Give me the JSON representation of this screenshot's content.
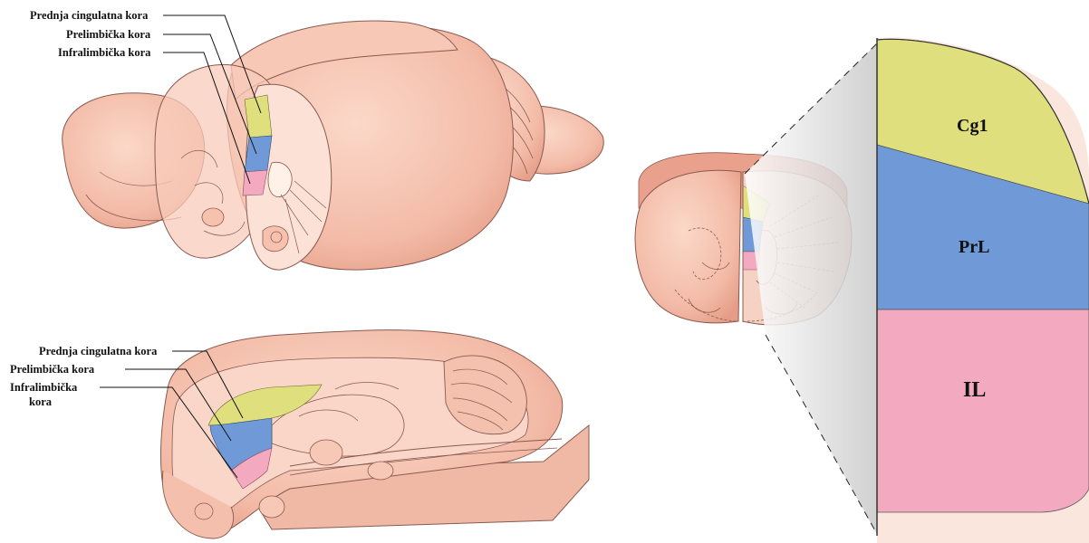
{
  "top_view": {
    "labels": [
      "Prednja cingulatna kora",
      "Prelimbička kora",
      "Infralimbička kora"
    ]
  },
  "sagittal_view": {
    "labels": [
      "Prednja cingulatna kora",
      "Prelimbička kora",
      "Infralimbička",
      "kora"
    ]
  },
  "zoom_view": {
    "regions": [
      "Cg1",
      "PrL",
      "IL"
    ]
  },
  "colors": {
    "tissue": "#f4c0ad",
    "tissue_shadow": "#e39f8b",
    "outline": "#8a5a50",
    "cg1": "#dfe07d",
    "prl": "#6f9ad7",
    "il": "#f3a9c0"
  }
}
